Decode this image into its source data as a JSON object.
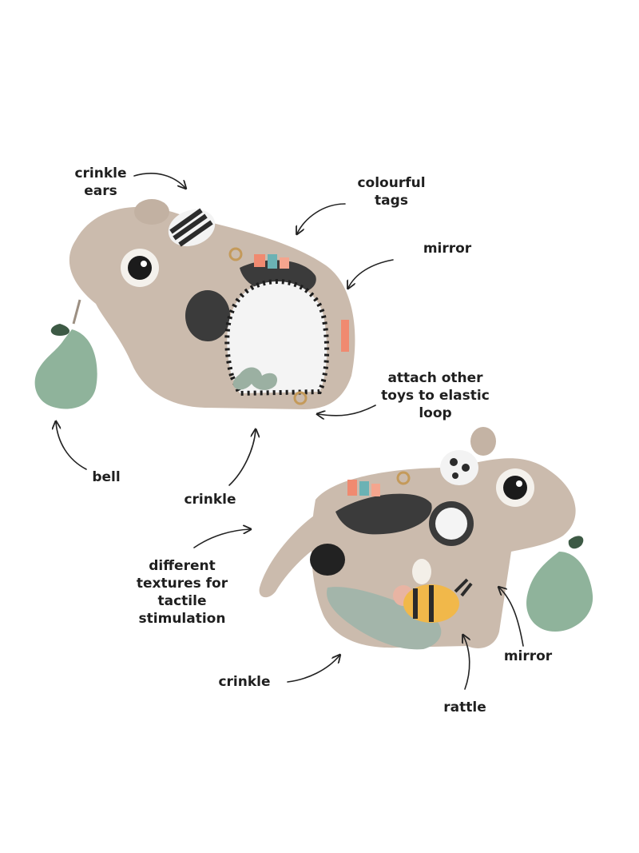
{
  "annotations": {
    "crinkle_ears": "crinkle\nears",
    "colourful_tags": "colourful\ntags",
    "mirror_top": "mirror",
    "attach_loop": "attach other\ntoys to elastic\nloop",
    "bell": "bell",
    "crinkle_mid": "crinkle",
    "textures": "different\ntextures for\ntactile stimulation",
    "crinkle_bottom": "crinkle",
    "mirror_bottom": "mirror",
    "rattle": "rattle"
  },
  "colors": {
    "plush": "#cbbbad",
    "plush_shadow": "#b3a293",
    "pear": "#8fb39b",
    "dark_patch": "#3b3b3b",
    "mirror": "#f4f4f4",
    "bee_yellow": "#f1b84a",
    "tag_coral": "#f08a70",
    "tag_teal": "#6bb2b4"
  }
}
